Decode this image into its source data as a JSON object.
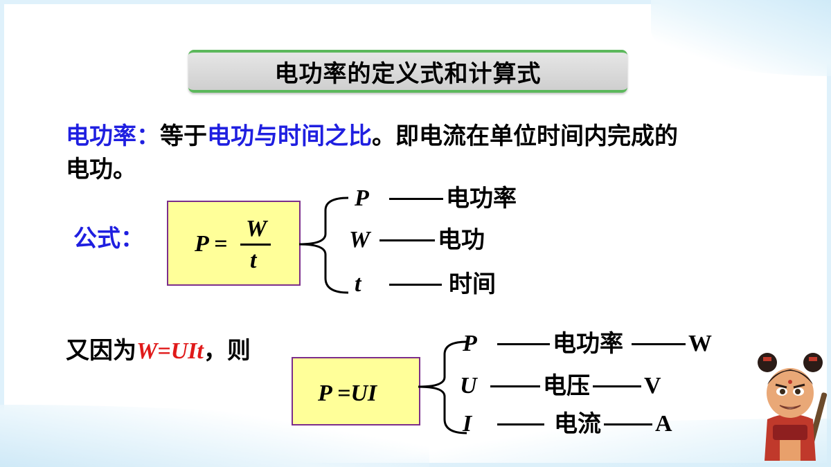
{
  "title": "电功率的定义式和计算式",
  "definition": {
    "term": "电功率：",
    "part1": "等于",
    "highlight": "电功与时间之比",
    "part2": "。即电流在单位时间内完成的",
    "line2": "电功。"
  },
  "formula_label": "公式：",
  "formula1": {
    "lhs": "P =",
    "num": "W",
    "den": "t"
  },
  "legend1": [
    {
      "sym": "P",
      "desc": "电功率"
    },
    {
      "sym": "W",
      "desc": "电功"
    },
    {
      "sym": "t",
      "desc": "时间"
    }
  ],
  "because": {
    "pre": "又因为",
    "eq": "W=UIt",
    "post": "，则"
  },
  "formula2": "P =UI",
  "legend2": [
    {
      "sym": "P",
      "desc": "电功率",
      "unit": "W"
    },
    {
      "sym": "U",
      "desc": "电压",
      "unit": "V"
    },
    {
      "sym": "I",
      "desc": "电流",
      "unit": "A"
    }
  ],
  "colors": {
    "highlight": "#1f1fe0",
    "red": "#e01a1a",
    "box_fill": "#ffff99",
    "box_border": "#7b2d8b",
    "title_accent": "#5cb85c"
  }
}
